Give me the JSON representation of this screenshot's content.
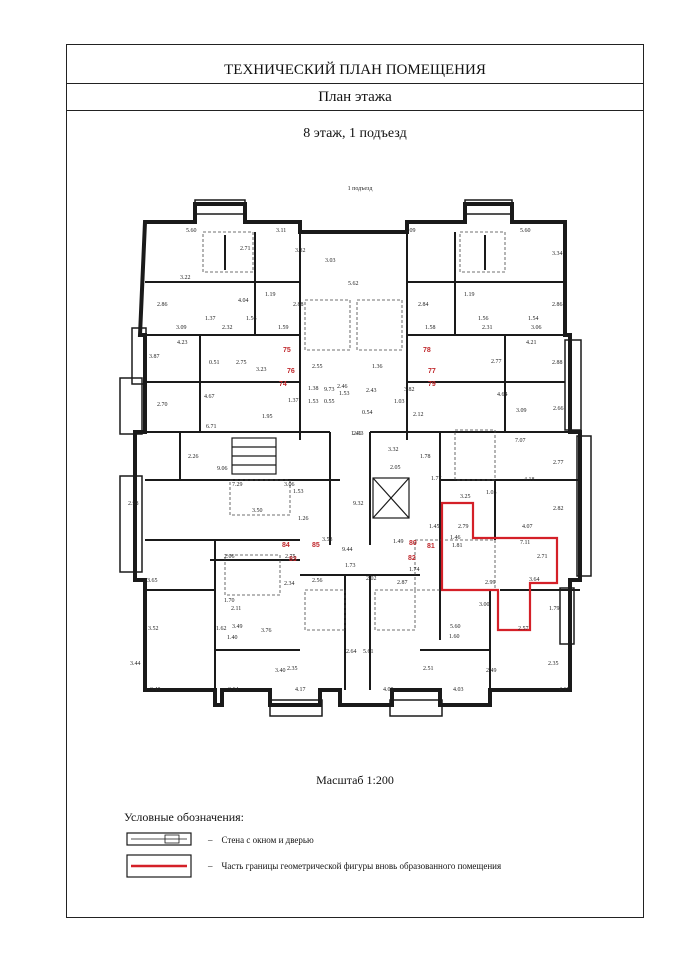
{
  "header": {
    "title": "ТЕХНИЧЕСКИЙ ПЛАН ПОМЕЩЕНИЯ",
    "subtitle": "План  этажа"
  },
  "plan": {
    "floor_title": "8 этаж, 1 подъезд",
    "entrance_label": "1 подъезд",
    "scale": "Масштаб 1:200",
    "room_numbers": [
      "75",
      "76",
      "74",
      "78",
      "77",
      "79",
      "84",
      "85",
      "83",
      "80",
      "81",
      "82"
    ],
    "dimensions": [
      "5.60",
      "3.11",
      "3.32",
      "3.22",
      "3.03",
      "5.62",
      "3.09",
      "5.60",
      "3.34",
      "2.71",
      "2.86",
      "4.04",
      "1.19",
      "1.37",
      "1.56",
      "2.88",
      "2.84",
      "1.19",
      "1.56",
      "1.54",
      "2.86",
      "3.09",
      "2.32",
      "1.59",
      "1.58",
      "2.31",
      "3.06",
      "4.23",
      "0.51",
      "2.75",
      "3.23",
      "2.55",
      "1.53",
      "1.36",
      "2.77",
      "4.21",
      "2.88",
      "3.87",
      "4.67",
      "1.38",
      "2.46",
      "2.43",
      "4.64",
      "2.70",
      "6.71",
      "1.95",
      "1.37",
      "1.53",
      "0.55",
      "9.73",
      "1.46",
      "0.54",
      "1.03",
      "3.82",
      "2.12",
      "3.09",
      "2.66",
      "2.13",
      "7.07",
      "9.06",
      "2.26",
      "3.32",
      "2.05",
      "1.78",
      "2.77",
      "7.29",
      "3.06",
      "1.53",
      "1.77",
      "4.18",
      "2.98",
      "3.50",
      "9.32",
      "3.25",
      "1.05",
      "2.82",
      "1.26",
      "1.45",
      "2.79",
      "4.07",
      "7.11",
      "1.46",
      "1.81",
      "2.71",
      "3.64",
      "2.06",
      "2.75",
      "3.53",
      "9.44",
      "1.49",
      "1.73",
      "3.65",
      "1.70",
      "2.34",
      "2.56",
      "2.02",
      "2.87",
      "1.74",
      "2.99",
      "3.52",
      "2.11",
      "1.62",
      "3.00",
      "1.79",
      "2.57",
      "3.49",
      "1.40",
      "3.76",
      "2.64",
      "5.61",
      "5.60",
      "1.60",
      "3.44",
      "3.40",
      "2.35",
      "2.51",
      "2.49",
      "2.35",
      "3.40",
      "3.64",
      "4.17",
      "4.09",
      "4.03",
      "4.17",
      "3.65"
    ]
  },
  "legend": {
    "title": "Условные обозначения:",
    "items": [
      {
        "dash": "–",
        "text": "Стена с окном и дверью"
      },
      {
        "dash": "–",
        "text": "Часть границы геометрической фигуры вновь образованного помещения"
      }
    ]
  },
  "colors": {
    "boundary": "#d42028",
    "wall": "#1a1a1a",
    "room_number": "#c0282c"
  }
}
